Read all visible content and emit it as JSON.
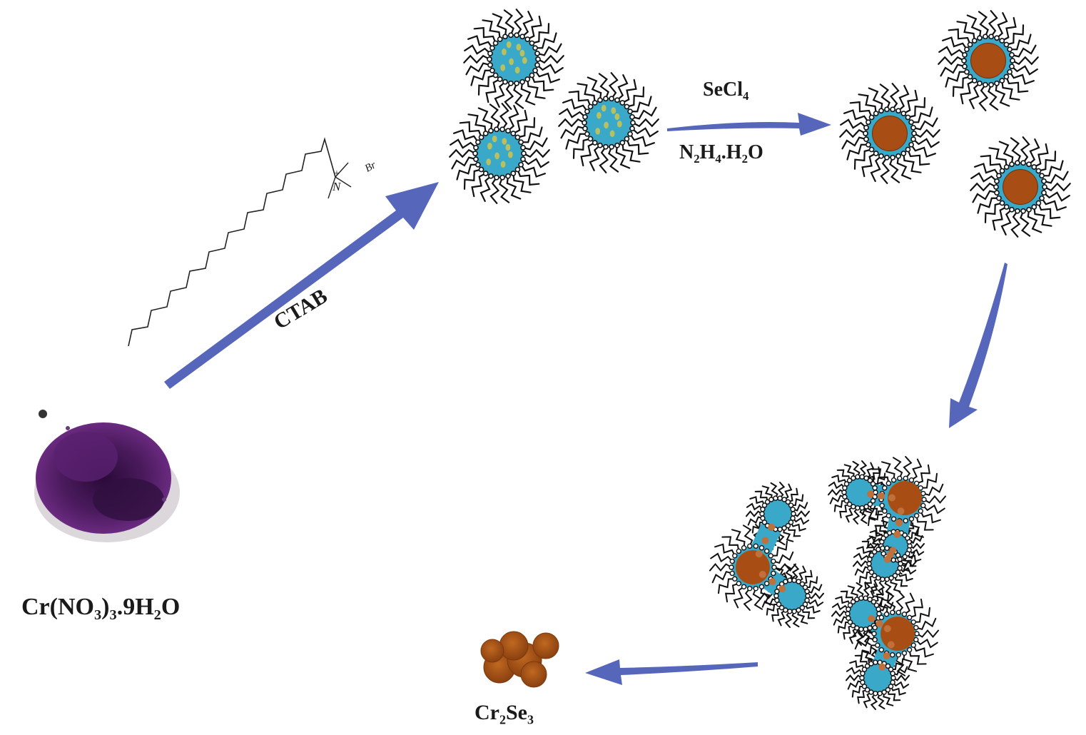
{
  "labels": {
    "precursor": {
      "pre": "Cr(NO",
      "s1": "3",
      "mid": ")",
      "s2": "3",
      "post1": ".9H",
      "s3": "2",
      "post2": "O"
    },
    "surfactant": "CTAB",
    "surfactant_structure": {
      "nitrogen": "N",
      "charge": "+",
      "counterion": "Br"
    },
    "reagent_1": {
      "pre": "SeCl",
      "s1": "4"
    },
    "reagent_2": {
      "a": "N",
      "s1": "2",
      "b": "H",
      "s2": "4",
      "c": ".H",
      "s3": "2",
      "d": "O"
    },
    "product": {
      "a": "Cr",
      "s1": "2",
      "b": "Se",
      "s2": "3"
    }
  },
  "colors": {
    "arrow": "#5566bb",
    "micelle_core": "#3aa8c8",
    "seed": "#b8c060",
    "particle": "#a84e14",
    "tail": "#111111",
    "powder": "#4a1a5c"
  }
}
